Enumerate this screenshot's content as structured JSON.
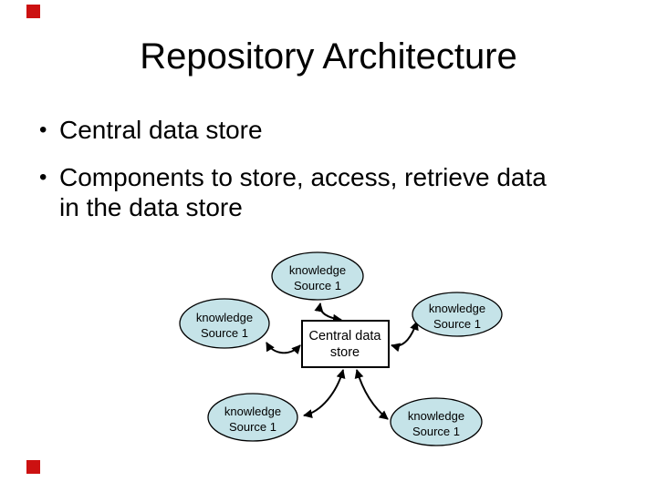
{
  "slide": {
    "title": "Repository Architecture",
    "bullet_char": "•",
    "bullets": [
      {
        "text": "Central data store"
      },
      {
        "text": "Components to store, access, retrieve data in the data store"
      }
    ]
  },
  "decoration": {
    "corner_square_color": "#cc1111"
  },
  "diagram": {
    "node_fill": "#c5e3e8",
    "node_stroke": "#000000",
    "node_line1": "knowledge",
    "node_line2": "Source 1",
    "center_line1": "Central data",
    "center_line2": "store"
  }
}
